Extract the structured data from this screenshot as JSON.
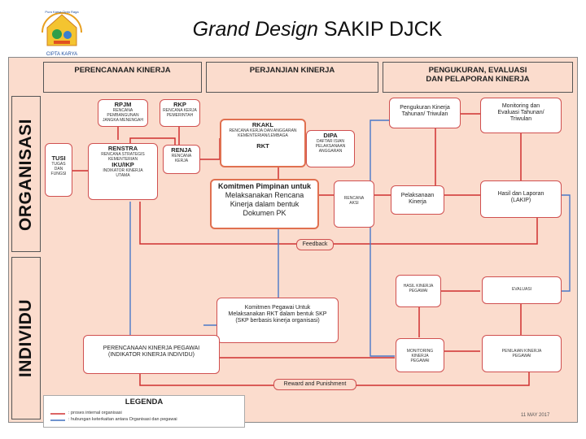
{
  "title": {
    "italic": "Grand Design",
    "rest": "SAKIP DJCK"
  },
  "logo": {
    "top_text": "Pura Karsa Cipta Raga",
    "bottom_text": "CIPTA KARYA"
  },
  "columns": [
    "PERENCANAAN KINERJA",
    "PERJANJIAN KINERJA",
    "PENGUKURAN, EVALUASI",
    "DAN PELAPORAN KINERJA"
  ],
  "rows": [
    "ORGANISASI",
    "INDIVIDU"
  ],
  "boxes": {
    "rpjm": {
      "title": "RPJM",
      "sub": "RENCANA PEMBANGUNAN JANGKA MENENGAH"
    },
    "rkp": {
      "title": "RKP",
      "sub": "RENCANA KERJA PEMERINTAH"
    },
    "tusi": {
      "title": "TUSI",
      "sub": "TUGAS DAN FUNGSI"
    },
    "renstra": {
      "title": "RENSTRA",
      "sub": "RENCANA STRATEGIS",
      "sub2": "KEMENTERIAN",
      "title2": "IKU/IKP",
      "sub3": "INDIKATOR KINERJA",
      "sub4": "UTAMA"
    },
    "renja": {
      "title": "RENJA",
      "sub": "RENCANA KERJA"
    },
    "rkakl": {
      "title": "RKAKL",
      "sub": "RENCANA KERJA DAN ANGGARAN KEMENTERIAN/LEMBAGA",
      "foot": "RKT"
    },
    "dipa": {
      "title": "DIPA",
      "sub": "DAFTAR ISIAN PELAKSANAAN ANGGARAN"
    },
    "komitmen": {
      "l1": "Komitmen Pimpinan untuk",
      "l2": "Melaksanakan Rencana",
      "l3": "Kinerja dalam bentuk",
      "l4": "Dokumen PK"
    },
    "rencana_aksi": {
      "l1": "RENCANA",
      "l2": "AKSI"
    },
    "pengukuran": {
      "l1": "Pengukuran Kinerja",
      "l2": "Tahunan/ Triwulan"
    },
    "monitoring": {
      "l1": "Monitoring dan",
      "l2": "Evaluasi Tahunan/",
      "l3": "Triwulan"
    },
    "pelaksanaan": {
      "l1": "Pelaksanaan",
      "l2": "Kinerja"
    },
    "hasil_lapor": {
      "l1": "Hasil dan Laporan",
      "l2": "(LAKIP)"
    },
    "feedback": "Feedback",
    "hasil_kinerja": {
      "l1": "HASIL KINERJA",
      "l2": "PEGAWAI"
    },
    "evaluasi": "EVALUASI",
    "komitmen_pegawai": {
      "l1": "Komitmen Pegawai Untuk",
      "l2": "Melaksanakan RKT dalam bentuk SKP",
      "l3": "(SKP berbasis kinerja organisasi)"
    },
    "perencanaan_pegawai": {
      "l1": "PERENCANAAN KINERJA PEGAWAI",
      "l2": "(INDIKATOR KINERJA INDIVIDU)"
    },
    "monitoring_pegawai": {
      "l1": "MONITORING KINERJA",
      "l2": "PEGAWAI"
    },
    "penilaian": {
      "l1": "PENILAIAN KINERJA",
      "l2": "PEGAWAI"
    },
    "reward": "Reward and Punishment"
  },
  "legend": {
    "title": "LEGENDA",
    "items": [
      {
        "text": ": proses internal organisasi",
        "color": "#d03030"
      },
      {
        "text": ": hubungan keterkaitan antara Organisasi dan pegawai",
        "color": "#4070c0"
      }
    ]
  },
  "date": "11 MAY 2017",
  "colors": {
    "red": "#d03030",
    "blue": "#4a78c8",
    "bg": "#fbdccd"
  }
}
